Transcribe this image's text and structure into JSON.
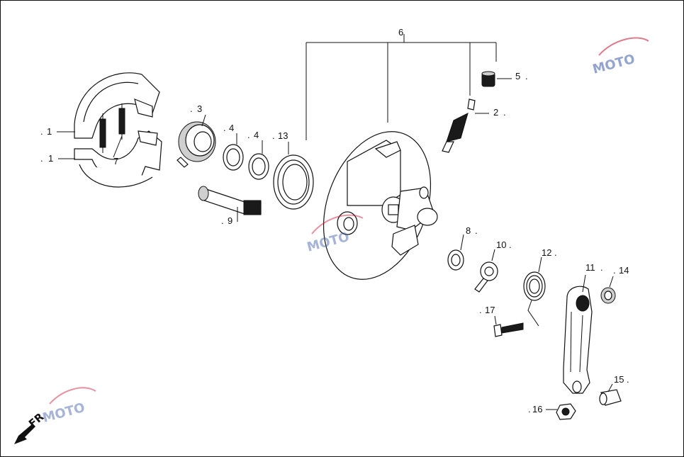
{
  "diagram": {
    "labels": {
      "p1a": "1",
      "p1b": "1",
      "p2": "2",
      "p3": "3",
      "p4a": "4",
      "p4b": "4",
      "p5": "5",
      "p6": "6",
      "p7": "7",
      "p8": "8",
      "p9": "9",
      "p10": "10",
      "p11": "11",
      "p12": "12",
      "p13": "13",
      "p14": "14",
      "p15": "15",
      "p16": "16",
      "p17": "17"
    },
    "direction_marker": "FR",
    "watermark": "MOTO"
  }
}
